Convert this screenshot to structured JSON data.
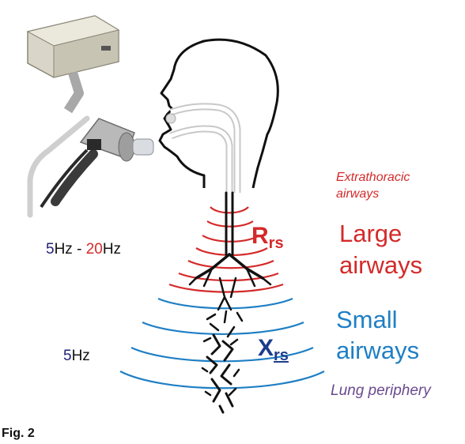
{
  "labels": {
    "extrathoracic_line1": "Extrathoracic",
    "extrathoracic_line2": "airways",
    "large_line1": "Large",
    "large_line2": "airways",
    "small_line1": "Small",
    "small_line2": "airways",
    "lung_periphery": "Lung periphery",
    "freq_range_low": "5",
    "freq_range_mid": "Hz - ",
    "freq_range_high": "20",
    "freq_range_unit": "Hz",
    "freq_single_num": "5",
    "freq_single_unit": "Hz",
    "rrs_main": "R",
    "rrs_sub": "rs",
    "xrs_main": "X",
    "xrs_sub": "rs",
    "figure_label": "Fig. 2"
  },
  "colors": {
    "red": "#d42a2a",
    "blue": "#1f7fc4",
    "purple": "#6a4a8e",
    "navy": "#22227a",
    "black": "#111111"
  },
  "icons": [
    "oscillometry-device-icon",
    "head-outline-icon",
    "bronchial-tree-icon"
  ]
}
